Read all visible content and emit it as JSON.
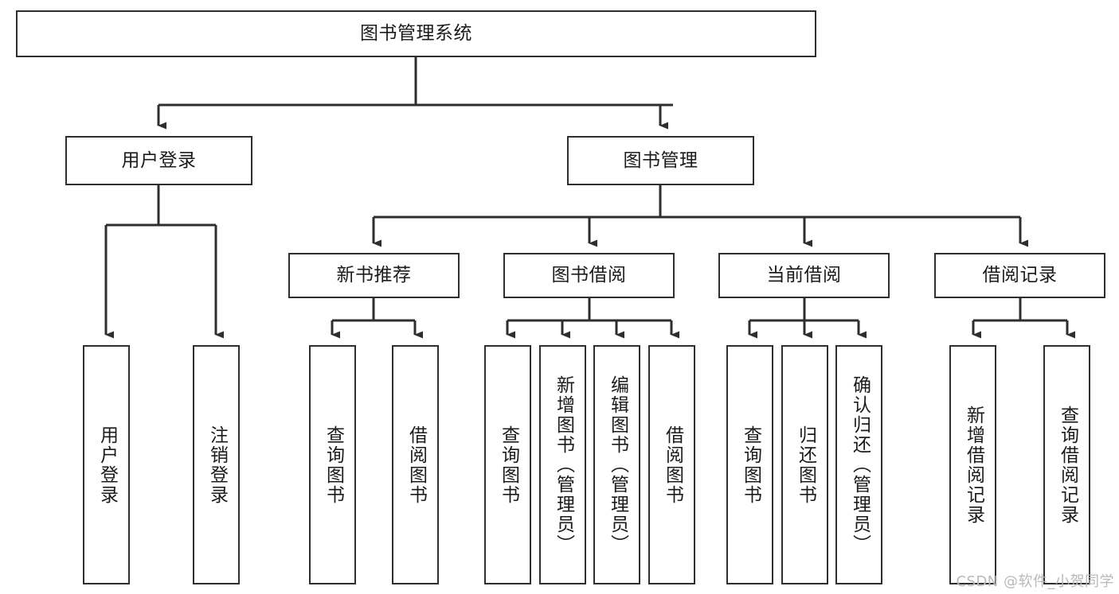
{
  "diagram": {
    "type": "hierarchy-tree",
    "title": "图书管理系统",
    "watermark": "CSDN @软件_小贺同学",
    "colors": {
      "stroke": "#2e2e2e",
      "fill": "#ffffff",
      "text": "#1b1b1b",
      "watermark": "#b9b9b9"
    },
    "levels": {
      "root": {
        "label": "图书管理系统"
      },
      "level2": [
        {
          "label": "用户登录"
        },
        {
          "label": "图书管理"
        }
      ],
      "level3": [
        {
          "label": "新书推荐"
        },
        {
          "label": "图书借阅"
        },
        {
          "label": "当前借阅"
        },
        {
          "label": "借阅记录"
        }
      ]
    },
    "leaves": {
      "user_login": [
        {
          "label": "用户登录"
        },
        {
          "label": "注销登录"
        }
      ],
      "new_book_recommend": [
        {
          "label": "查询图书"
        },
        {
          "label": "借阅图书"
        }
      ],
      "book_borrow": [
        {
          "label": "查询图书"
        },
        {
          "label": "新增图书（管理员）"
        },
        {
          "label": "编辑图书（管理员）"
        },
        {
          "label": "借阅图书"
        }
      ],
      "current_borrow": [
        {
          "label": "查询图书"
        },
        {
          "label": "归还图书"
        },
        {
          "label": "确认归还（管理员）"
        }
      ],
      "borrow_record": [
        {
          "label": "新增借阅记录"
        },
        {
          "label": "查询借阅记录"
        }
      ]
    }
  }
}
